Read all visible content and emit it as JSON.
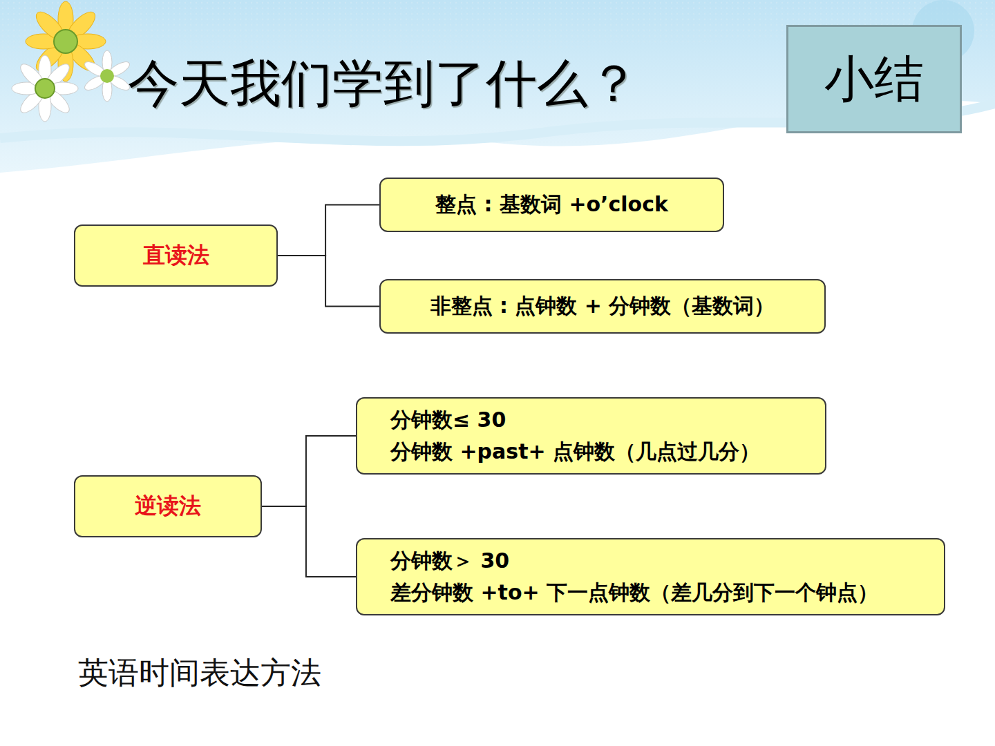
{
  "diagram": {
    "title": "今天我们学到了什么？",
    "caption": "英语时间表达方法",
    "nodes": [
      {
        "text": [
          "小结"
        ]
      },
      {
        "text": [
          "直读法"
        ]
      },
      {
        "text": [
          "整点 : 基数词 +o’clock"
        ]
      },
      {
        "text": [
          "非整点 : 点钟数 + 分钟数（基数词）"
        ]
      },
      {
        "text": [
          "逆读法"
        ]
      },
      {
        "text": [
          "分钟数≤ 30",
          "分钟数 +past+ 点钟数（几点过几分）"
        ]
      },
      {
        "text": [
          "分钟数＞ 30",
          "差分钟数 +to+ 下一点钟数（差几分到下一个钟点）"
        ]
      }
    ],
    "edges": [
      {
        "from": 1,
        "to": 2,
        "arrow": "none"
      },
      {
        "from": 1,
        "to": 3,
        "arrow": "none"
      },
      {
        "from": 4,
        "to": 5,
        "arrow": "none"
      },
      {
        "from": 4,
        "to": 6,
        "arrow": "none"
      }
    ]
  }
}
